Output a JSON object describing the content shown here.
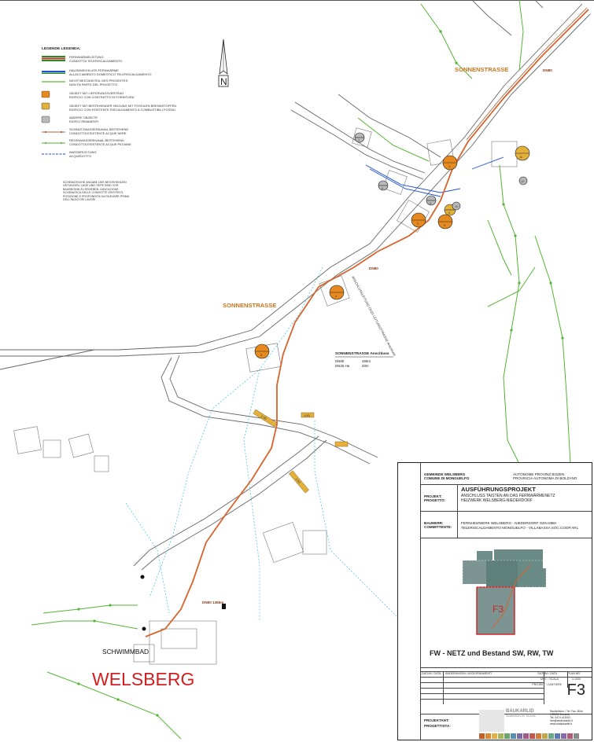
{
  "legend": {
    "title": "LEGENDE   LEGENDA:",
    "items": [
      {
        "de": "FERNWÄRMELEITUNG",
        "it": "CONDOTTA TELERISCALDAMENTO",
        "symbol": "double-line-green-brown"
      },
      {
        "de": "HAUSANSCHLUSS FERNWÄRME",
        "it": "ALLACCIAMENTO DOMESTICO TELERISCALDAMENTO",
        "symbol": "line-blue-green"
      },
      {
        "de": "NICHT BESTANDTEIL DES PROJEKTES",
        "it": "NON FA PARTE DEL PROGETTO",
        "symbol": "line-green"
      },
      {
        "de": "OBJEKT MIT LIEFERUNGSVERTRAG",
        "it": "EDIFICIO CON CONTRATTO DI FORNITURA",
        "symbol": "circle-orange"
      },
      {
        "de": "OBJEKT MIT BESTEHENDER HEIZUNG MIT FOSSILEN BRENNSTOFFEN",
        "it": "EDIFICIO CON ESISTENTE RISCALDAMENTO A COMBUSTIBILI FOSSILI",
        "symbol": "circle-ochre"
      },
      {
        "de": "ANDERE OBJEKTE",
        "it": "EDIFICI RIMANENTI",
        "symbol": "circle-grey"
      },
      {
        "de": "SCHMUTZWASSERKANAL BESTEHEND",
        "it": "CONDOTTA ESISTENTE ACQUE NERE",
        "symbol": "line-brown-dots"
      },
      {
        "de": "REGENWASSERKANAL BESTEHEND",
        "it": "CONDOTTA ESISTENTE ACQUE PIOVANE",
        "symbol": "line-green-dots"
      },
      {
        "de": "WASSERLEITUNG",
        "it": "ACQUEDOTTO",
        "symbol": "line-blue-dash"
      }
    ],
    "note": "SCHEMATISCHE ANGABE DER BESTEHENDEN LEITUNGEN; LAGE UND TIEFE SIND VOR BAUBEGINN ZU ERHEBEN. INDICAZIONE SCHEMATICA DELLE CONDOTTE ESISTENTI; POSIZIONE E PROFONDITÀ DA RILEVARE PRIMA DELL'INIZIO DEI LAVORI"
  },
  "north_symbol": "N",
  "labels": {
    "street_top": "SONNENSTRASSE",
    "street_mid": "SONNENSTRASSE",
    "dn_top": "DN80",
    "dn_mid": "DN80",
    "dn_bottom": "DN80 1365m",
    "pipe_vertical_label": "ANSCHLUSSLEITUNG DN25 LEITUNGSTRASSE Anschluss",
    "schwimmbad": "SCHWIMMBAD",
    "welsberg": "WELSBERG",
    "flag_1": "1:50",
    "flag_2": "1:50",
    "flag_3": "1:50"
  },
  "anschluss_box": {
    "title": "SONNENSTRASSE Anschluss",
    "rows": [
      {
        "dn": "DN80",
        "len": "465m"
      },
      {
        "dn": "DN25 Ha",
        "len": "20m"
      }
    ]
  },
  "building_numbers": [
    "1",
    "2",
    "3",
    "4",
    "5",
    "6",
    "7",
    "8",
    "9",
    "10",
    "11",
    "12"
  ],
  "title_block": {
    "gemeinde_de": "GEMEINDE WELSBERG",
    "gemeinde_it": "COMUNE DI MONGUELFO",
    "provinz_de": "AUTONOME PROVINZ BOZEN",
    "provinz_it": "PROVINCIA AUTONOMA DI BOLZANO",
    "projekt_label_de": "PROJEKT:",
    "projekt_label_it": "PROGETTO:",
    "projekt_title": "AUSFÜHRUNGSPROJEKT",
    "projekt_sub1": "ANSCHLUSS TAISTEN AN DAS FERNWÄRMENETZ",
    "projekt_sub2": "HEIZWERK WELSBERG-NIEDERDORF",
    "bauherr_label_de": "BAUHERR:",
    "bauherr_label_it": "COMMITTENTE:",
    "bauherr_de": "FERNHEIZWERK WELSBERG - NIEDERDORF GEN.MBH",
    "bauherr_it": "TELERISCALDAMENTO MONGUELFO - VILLABASSA SOC.COOP.ARL",
    "plan_title": "FW - NETZ und Bestand SW, RW, TW",
    "meta_labels": [
      "DATUM / DATA",
      "ÄNDERUNGEN / AGGIORNAMENTI",
      "DATUM / DATA",
      "PLAN NR.",
      "MST. / SCALA",
      "1:1000",
      "PROJEKT / CANTIERE"
    ],
    "sheet": "F3",
    "projektant_label_de": "PROJEKTANT:",
    "projektant_label_it": "PROGETTISTA:",
    "logo_text": "BAUKARLID",
    "logo_sub": "Studienbüro für Technik",
    "office_lines": [
      "Studienbüro / Tel. Fax. Büro",
      "I-39031 Bruneck",
      "Tel. 0474 411002",
      "info@studiokarlid.it",
      "www.studiokarlid.it"
    ]
  },
  "colors": {
    "district_heating": "#d8642c",
    "house_connection": "#1e4fd6",
    "green_pipe": "#55b534",
    "road": "#555555",
    "welsberg_red": "#d21f1f",
    "street_label": "#c8761c",
    "cyan_boundary": "#3cc0e6"
  }
}
